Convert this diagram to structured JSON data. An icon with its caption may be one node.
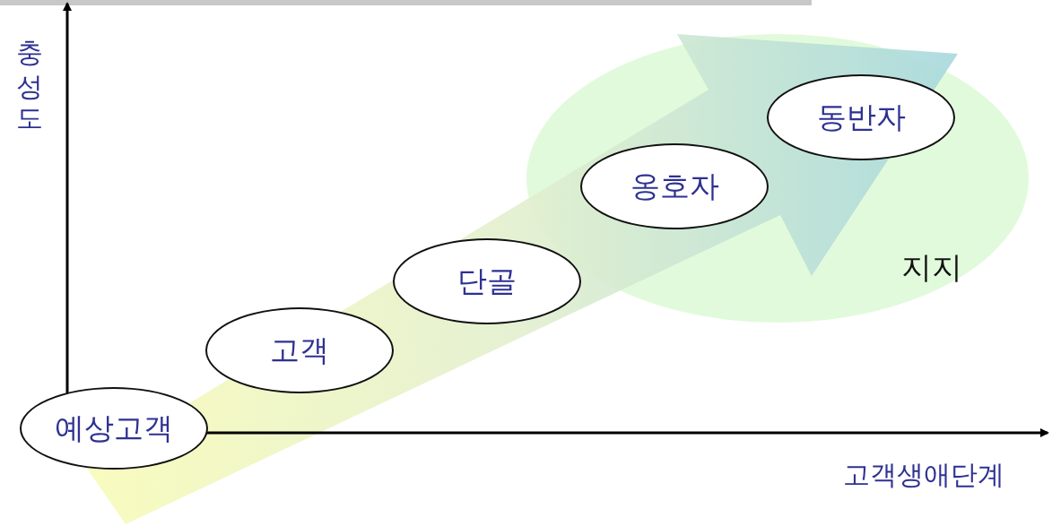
{
  "diagram": {
    "nodes": [
      {
        "text": [
          "예상고객"
        ]
      },
      {
        "text": [
          "고객"
        ]
      },
      {
        "text": [
          "단골"
        ]
      },
      {
        "text": [
          "옹호자"
        ],
        "in": 5
      },
      {
        "text": [
          "동반자"
        ],
        "in": 5
      },
      {
        "text": [
          "지지"
        ]
      }
    ],
    "edges": [],
    "labels": [
      "충성도",
      "고객생애단계"
    ]
  }
}
